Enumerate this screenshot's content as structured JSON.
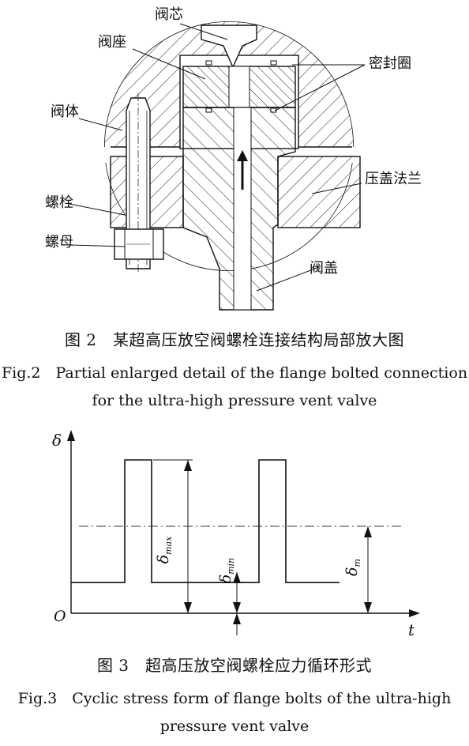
{
  "figure2": {
    "labels": {
      "valve_core": "阀芯",
      "valve_seat": "阀座",
      "valve_body": "阀体",
      "seal_ring": "密封圈",
      "bolt": "螺栓",
      "nut": "螺母",
      "gland_flange": "压盖法兰",
      "bonnet": "阀盖"
    },
    "caption_cn": "图 2　某超高压放空阀螺栓连接结构局部放大图",
    "caption_en_1": "Fig.2　Partial enlarged detail of the flange bolted connection",
    "caption_en_2": "for the ultra-high pressure vent valve"
  },
  "figure3": {
    "y_axis_label": "δ",
    "x_axis_label": "t",
    "origin_label": "O",
    "delta_max_sub": "max",
    "delta_min_sub": "min",
    "delta_m_sub": "m",
    "caption_cn": "图 3　超高压放空阀螺栓应力循环形式",
    "caption_en_1": "Fig.3　Cyclic stress form of flange bolts of the ultra-high",
    "caption_en_2": "pressure vent valve"
  },
  "chart_data": {
    "type": "line",
    "title": "",
    "xlabel": "t",
    "ylabel": "δ",
    "grid": false,
    "note": "square-wave cyclic stress between δmin and δmax with mean δm",
    "series": [
      {
        "x": [
          0,
          2,
          2,
          3,
          3,
          7,
          7,
          8,
          8,
          10
        ],
        "y": [
          0.2,
          0.2,
          1.0,
          1.0,
          0.2,
          0.2,
          1.0,
          1.0,
          0.2,
          0.2
        ]
      }
    ],
    "mean_level": 0.6
  }
}
